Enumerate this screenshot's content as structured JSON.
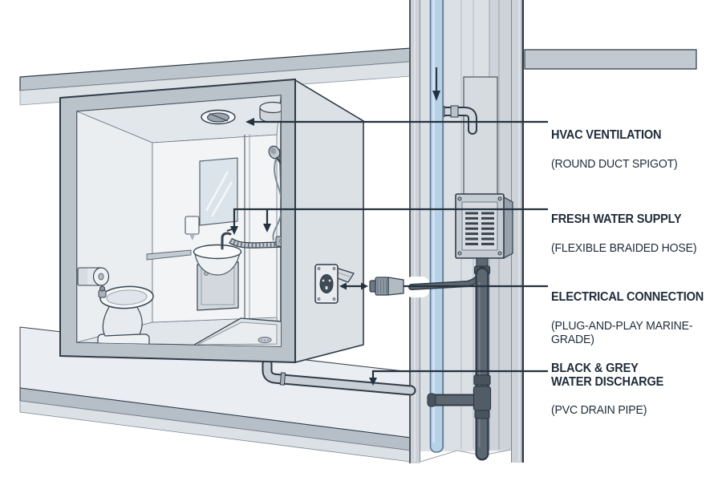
{
  "colors": {
    "ink": "#24313f",
    "labelText": "#1f2c3a",
    "pipeBlue": "#b7d2e7",
    "pipeDark": "#5d6772",
    "metalGray": "#c6ccd3",
    "panelGray": "#dbe0e5"
  },
  "labels": [
    {
      "id": "hvac",
      "title": "HVAC VENTILATION",
      "subtitle": "(ROUND DUCT SPIGOT)"
    },
    {
      "id": "fresh-water",
      "title": "FRESH WATER SUPPLY",
      "subtitle": "(FLEXIBLE BRAIDED HOSE)"
    },
    {
      "id": "electrical",
      "title": "ELECTRICAL CONNECTION",
      "subtitle": "(PLUG-AND-PLAY MARINE-GRADE)"
    },
    {
      "id": "discharge",
      "title": "BLACK & GREY\nWATER DISCHARGE",
      "subtitle": "(PVC DRAIN PIPE)"
    }
  ]
}
